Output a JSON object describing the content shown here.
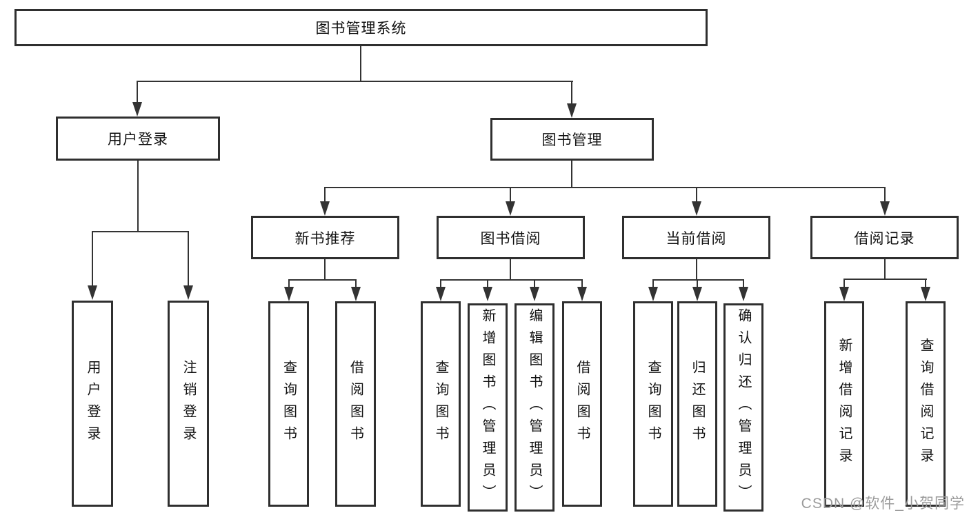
{
  "diagram_title": "图书管理系统",
  "root": {
    "label": "图书管理系统"
  },
  "branches": [
    {
      "label": "用户登录",
      "children": [
        {
          "label": "用户登录"
        },
        {
          "label": "注销登录"
        }
      ]
    },
    {
      "label": "图书管理",
      "children": [
        {
          "label": "新书推荐",
          "children": [
            {
              "label": "查询图书"
            },
            {
              "label": "借阅图书"
            }
          ]
        },
        {
          "label": "图书借阅",
          "children": [
            {
              "label": "查询图书"
            },
            {
              "label": "新增图书（管理员）"
            },
            {
              "label": "编辑图书（管理员）"
            },
            {
              "label": "借阅图书"
            }
          ]
        },
        {
          "label": "当前借阅",
          "children": [
            {
              "label": "查询图书"
            },
            {
              "label": "归还图书"
            },
            {
              "label": "确认归还（管理员）"
            }
          ]
        },
        {
          "label": "借阅记录",
          "children": [
            {
              "label": "新增借阅记录"
            },
            {
              "label": "查询借阅记录"
            }
          ]
        }
      ]
    }
  ],
  "watermark": {
    "text": "CSDN @软件_小贺同学",
    "color": "#9b9b9b"
  },
  "colors": {
    "line": "#333333",
    "box_border": "#2f2f2f",
    "text": "#111111",
    "background": "#ffffff"
  }
}
